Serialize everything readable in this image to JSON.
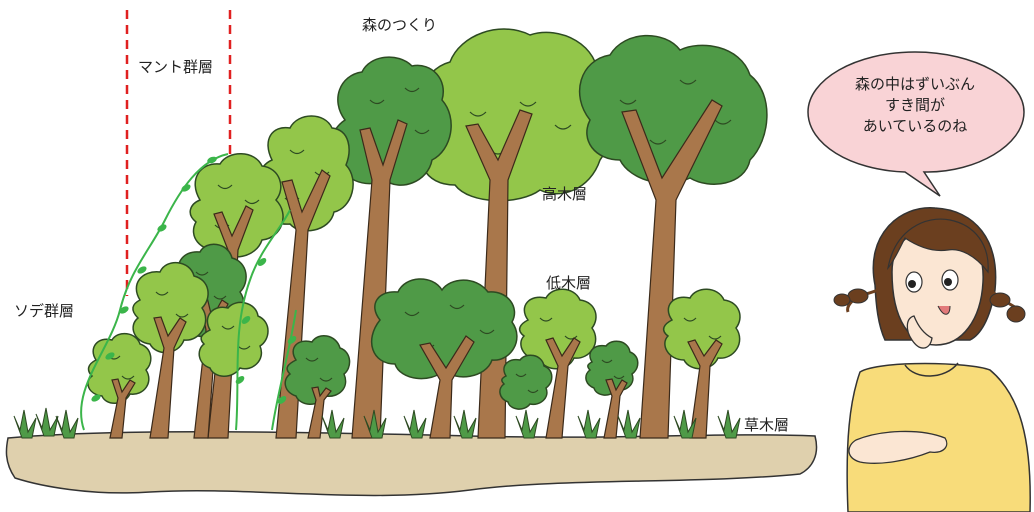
{
  "diagram": {
    "title": "森のつくり",
    "layers": {
      "mantle": "マント群層",
      "sode": "ソデ群層",
      "canopy": "高木層",
      "shrub": "低木層",
      "herb": "草木層"
    },
    "speech": {
      "line1": "森の中はずいぶん",
      "line2": "すき間が",
      "line3": "あいているのね"
    },
    "colors": {
      "dark_green": "#4f9a47",
      "light_green": "#93c64a",
      "trunk": "#a9774b",
      "ground": "#dfd0ad",
      "bubble": "#f9d3d6",
      "shirt": "#f8dc7a",
      "boundary_line": "#e02020"
    }
  }
}
